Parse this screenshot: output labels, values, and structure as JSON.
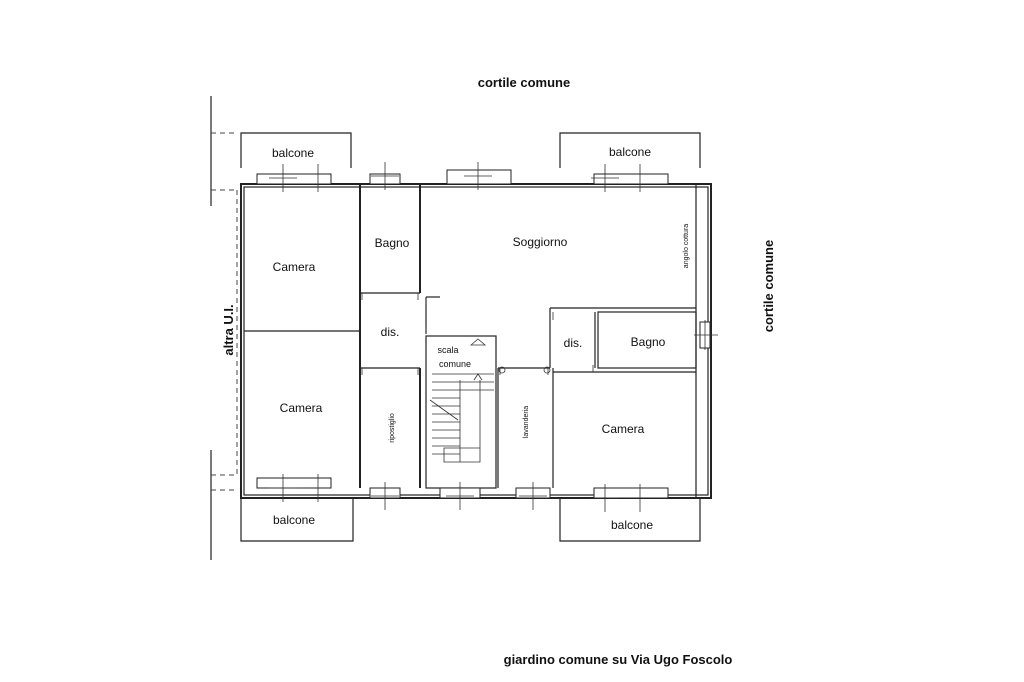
{
  "labels": {
    "top_courtyard": "cortile comune",
    "right_courtyard": "cortile comune",
    "bottom_garden": "giardino comune su Via Ugo Foscolo",
    "left_unit": "altra U.I."
  },
  "balconies": {
    "top_left": "balcone",
    "top_right": "balcone",
    "bottom_left": "balcone",
    "bottom_right": "balcone"
  },
  "rooms": {
    "camera_top_left": "Camera",
    "camera_bottom_left": "Camera",
    "camera_bottom_right": "Camera",
    "bagno_left": "Bagno",
    "bagno_right": "Bagno",
    "soggiorno": "Soggiorno",
    "angolo_cottura": "angolo cottura",
    "dis_left": "dis.",
    "dis_right": "dis.",
    "scala_comune_line1": "scala",
    "scala_comune_line2": "comune",
    "ripostiglio": "ripostiglio",
    "lavanderia": "lavanderia"
  }
}
